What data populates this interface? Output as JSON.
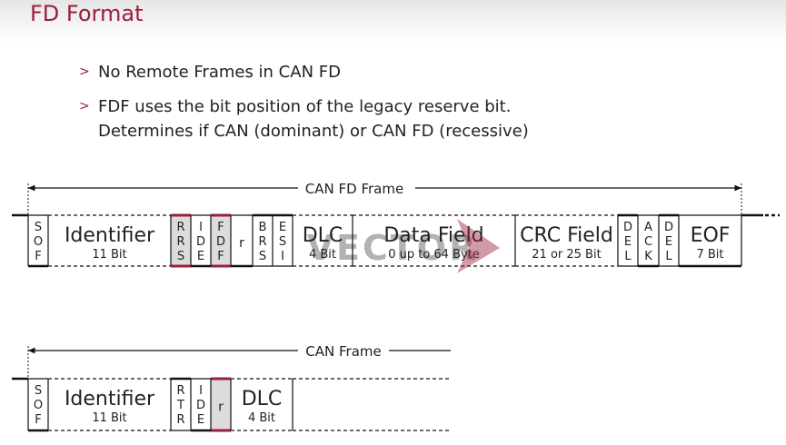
{
  "slide": {
    "title": "FD Format",
    "bullets": [
      {
        "lines": [
          "No Remote Frames in CAN FD"
        ]
      },
      {
        "lines": [
          "FDF uses the bit position of the legacy reserve bit.",
          "Determines if CAN (dominant) or CAN FD (recessive)"
        ]
      }
    ]
  },
  "colors": {
    "accent": "#9c1f3c",
    "highlight_fill": "#dcdcdc",
    "line": "#111111"
  },
  "fd_frame": {
    "label": "CAN FD Frame",
    "fields": [
      {
        "id": "sof",
        "vertical": [
          "S",
          "O",
          "F"
        ]
      },
      {
        "id": "identifier",
        "name": "Identifier",
        "sub": "11 Bit"
      },
      {
        "id": "rrs",
        "vertical": [
          "R",
          "R",
          "S"
        ],
        "highlight": true
      },
      {
        "id": "ide",
        "vertical": [
          "I",
          "D",
          "E"
        ]
      },
      {
        "id": "fdf",
        "vertical": [
          "F",
          "D",
          "F"
        ],
        "highlight": true
      },
      {
        "id": "r",
        "single": "r"
      },
      {
        "id": "brs",
        "vertical": [
          "B",
          "R",
          "S"
        ]
      },
      {
        "id": "esi",
        "vertical": [
          "E",
          "S",
          "I"
        ]
      },
      {
        "id": "dlc",
        "name": "DLC",
        "sub": "4 Bit"
      },
      {
        "id": "data",
        "name": "Data Field",
        "sub": "0 up to 64 Byte"
      },
      {
        "id": "crc",
        "name": "CRC Field",
        "sub": "21 or 25 Bit"
      },
      {
        "id": "del1",
        "vertical": [
          "D",
          "E",
          "L"
        ]
      },
      {
        "id": "ack",
        "vertical": [
          "A",
          "C",
          "K"
        ]
      },
      {
        "id": "del2",
        "vertical": [
          "D",
          "E",
          "L"
        ]
      },
      {
        "id": "eof",
        "name": "EOF",
        "sub": "7 Bit"
      }
    ]
  },
  "can_frame": {
    "label": "CAN Frame",
    "fields": [
      {
        "id": "sof",
        "vertical": [
          "S",
          "O",
          "F"
        ]
      },
      {
        "id": "identifier",
        "name": "Identifier",
        "sub": "11 Bit"
      },
      {
        "id": "rtr",
        "vertical": [
          "R",
          "T",
          "R"
        ]
      },
      {
        "id": "ide",
        "vertical": [
          "I",
          "D",
          "E"
        ]
      },
      {
        "id": "r",
        "single": "r",
        "highlight": true
      },
      {
        "id": "dlc",
        "name": "DLC",
        "sub": "4 Bit"
      }
    ]
  },
  "watermark": "VECTOR"
}
